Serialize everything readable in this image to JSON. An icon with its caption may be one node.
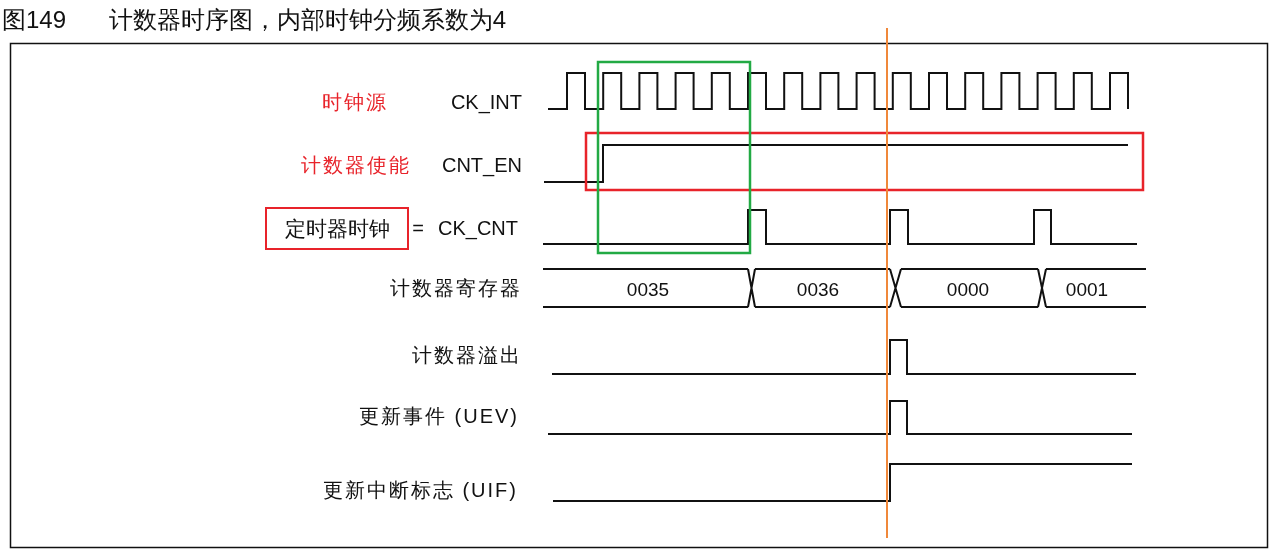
{
  "diagram": {
    "title": "图149 计数器时序图，内部时钟分频系数为4",
    "nodes": [
      {
        "text": [
          "定时器时钟"
        ]
      }
    ],
    "labels": [
      "时钟源",
      "CK_INT",
      "计数器使能",
      "CNT_EN",
      "=",
      "CK_CNT",
      "计数器寄存器",
      "0035",
      "0036",
      "0000",
      "0001",
      "计数器溢出",
      "更新事件 (UEV)",
      "更新中断标志 (UIF)"
    ]
  }
}
